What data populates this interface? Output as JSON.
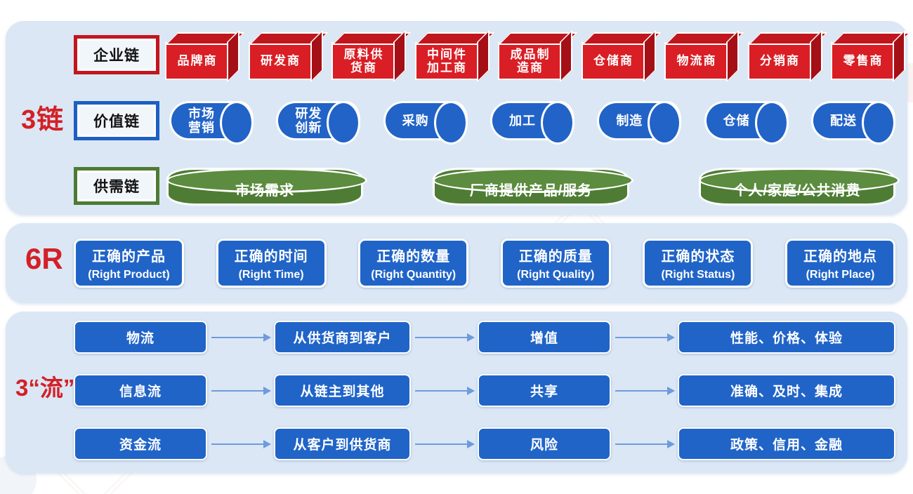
{
  "colors": {
    "panel_bg": "#dbe7f4",
    "red_box": "#d91e25",
    "red_box_top": "#c0161d",
    "red_box_side": "#a50f16",
    "blue": "#2064c8",
    "green_body": "#4e7c34",
    "green_top": "#5b8c3f",
    "section_label_red": "#d32026",
    "arrow": "#6f9bdc"
  },
  "sections": {
    "chains": {
      "label": "3链",
      "enterprise": {
        "header": "企业链",
        "items": [
          "品牌商",
          "研发商",
          "原料供货商",
          "中间件加工商",
          "成品制造商",
          "仓储商",
          "物流商",
          "分销商",
          "零售商"
        ]
      },
      "value": {
        "header": "价值链",
        "items": [
          "市场营销",
          "研发创新",
          "采购",
          "加工",
          "制造",
          "仓储",
          "配送"
        ]
      },
      "supply_demand": {
        "header": "供需链",
        "items": [
          "市场需求",
          "厂商提供产品/服务",
          "个人/家庭/公共消费"
        ]
      }
    },
    "six_r": {
      "label": "6R",
      "items": [
        {
          "zh": "正确的产品",
          "en": "(Right Product)"
        },
        {
          "zh": "正确的时间",
          "en": "(Right Time)"
        },
        {
          "zh": "正确的数量",
          "en": "(Right Quantity)"
        },
        {
          "zh": "正确的质量",
          "en": "(Right Quality)"
        },
        {
          "zh": "正确的状态",
          "en": "(Right Status)"
        },
        {
          "zh": "正确的地点",
          "en": "(Right Place)"
        }
      ]
    },
    "flows": {
      "label": "3“流”",
      "rows": [
        {
          "cells": [
            "物流",
            "从供货商到客户",
            "增值",
            "性能、价格、体验"
          ]
        },
        {
          "cells": [
            "信息流",
            "从链主到其他",
            "共享",
            "准确、及时、集成"
          ]
        },
        {
          "cells": [
            "资金流",
            "从客户到供货商",
            "风险",
            "政策、信用、金融"
          ]
        }
      ]
    }
  }
}
